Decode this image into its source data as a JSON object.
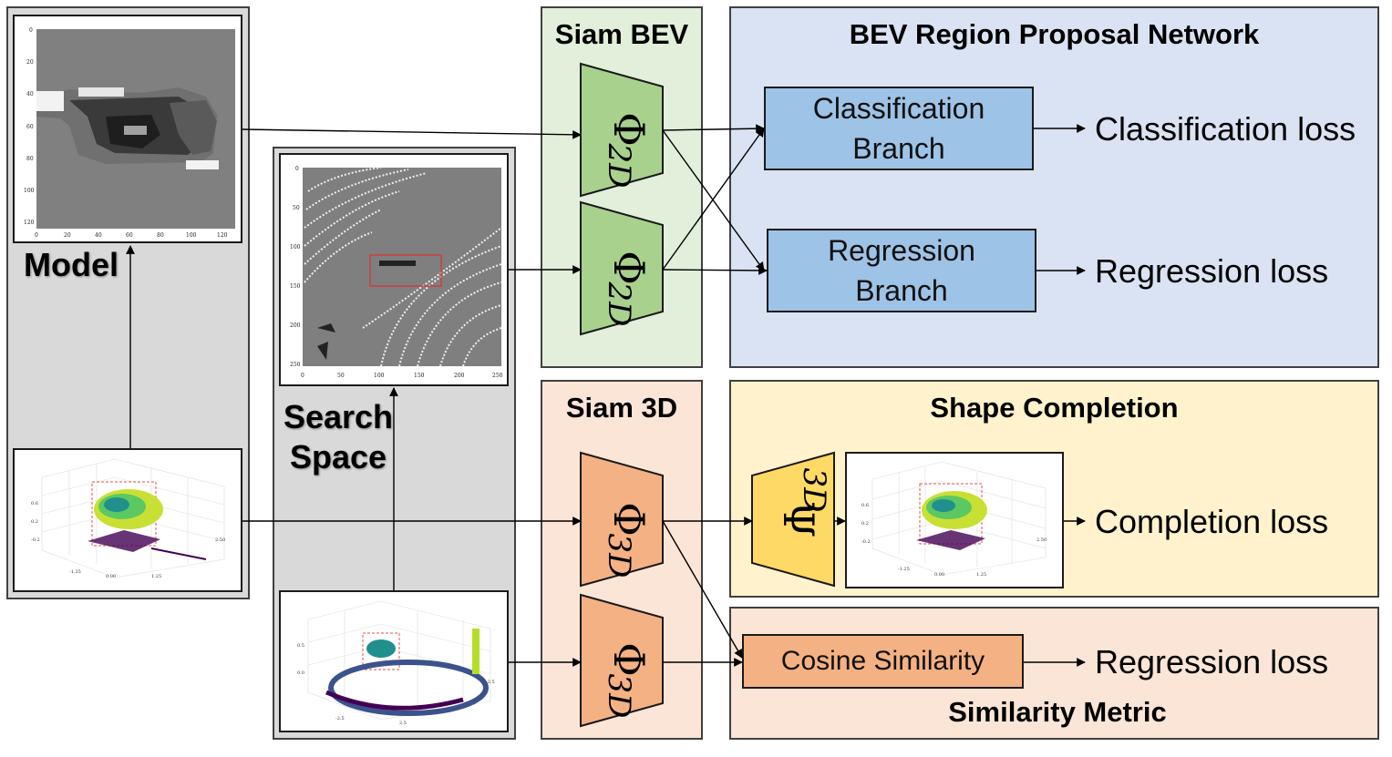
{
  "left": {
    "model_label": "Model",
    "search_label_line1": "Search",
    "search_label_line2": "Space",
    "model_axis_y": [
      "0",
      "20",
      "40",
      "60",
      "80",
      "100",
      "120"
    ],
    "model_axis_x": [
      "0",
      "20",
      "40",
      "60",
      "80",
      "100",
      "120"
    ],
    "search_axis_y": [
      "0",
      "50",
      "100",
      "150",
      "200",
      "250"
    ],
    "search_axis_x": [
      "0",
      "50",
      "100",
      "150",
      "200",
      "250"
    ]
  },
  "siam_bev": {
    "title": "Siam BEV",
    "encoder_symbol": "Φ",
    "encoder_subscript": "2D"
  },
  "siam_3d": {
    "title": "Siam 3D",
    "encoder_symbol": "Φ",
    "encoder_subscript": "3D"
  },
  "bev_rpn": {
    "title": "BEV Region Proposal Network",
    "classification_line1": "Classification",
    "classification_line2": "Branch",
    "regression_line1": "Regression",
    "regression_line2": "Branch",
    "classification_loss": "Classification loss",
    "regression_loss": "Regression loss"
  },
  "shape_completion": {
    "title": "Shape Completion",
    "decoder_symbol": "Ψ",
    "decoder_subscript": "3D",
    "loss": "Completion loss"
  },
  "similarity": {
    "title": "Similarity Metric",
    "box_label": "Cosine Similarity",
    "loss": "Regression loss"
  },
  "colors": {
    "gray_panel": "#d9d9d9",
    "green_panel": "#e2efda",
    "peach_panel": "#fbe5d6",
    "blue_panel": "#dae3f3",
    "yellow_panel": "#fff2cc",
    "green_trap": "#a9d18e",
    "orange_trap": "#f4b183",
    "yellow_trap": "#ffd966",
    "blue_box": "#9dc3e6"
  }
}
